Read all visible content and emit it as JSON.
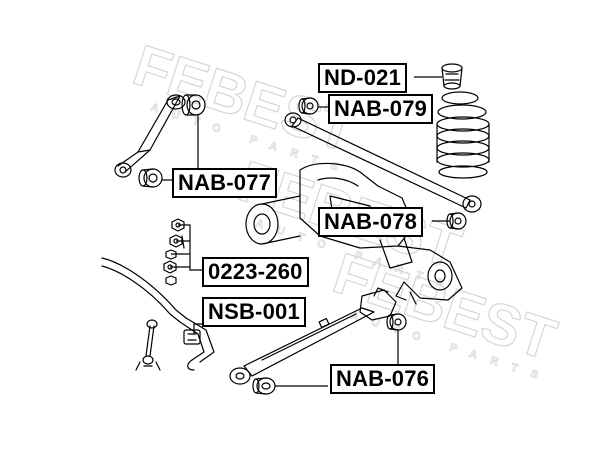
{
  "watermark": "FEBEST",
  "watermark_sub": "AUTO PARTS",
  "callouts": {
    "nd021": "ND-021",
    "nab079": "NAB-079",
    "nab077": "NAB-077",
    "nab078": "NAB-078",
    "p0223260": "0223-260",
    "nsb001": "NSB-001",
    "nab076": "NAB-076"
  },
  "colors": {
    "line": "#000000",
    "watermark": "#d9d9d9",
    "background": "#ffffff"
  }
}
